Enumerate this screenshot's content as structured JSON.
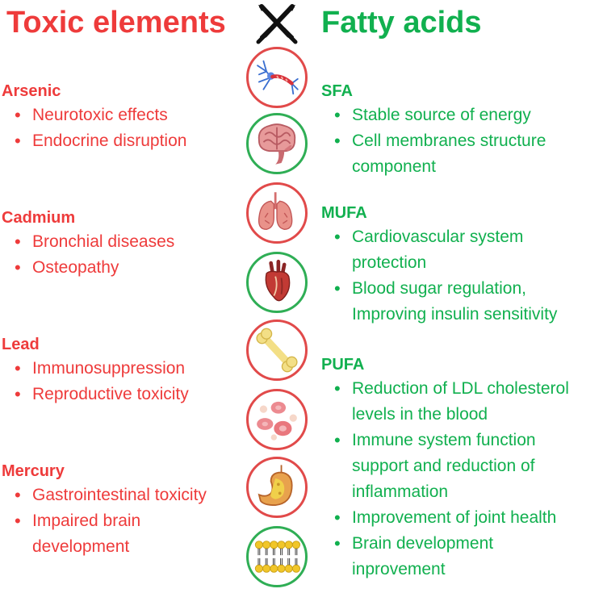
{
  "header": {
    "left_title": "Toxic elements",
    "right_title": "Fatty acids",
    "center_icon": "crossed-swords-icon"
  },
  "colors": {
    "toxic": "#ee3b3b",
    "fatty": "#11b04f"
  },
  "toxic_elements": [
    {
      "name": "Arsenic",
      "effects": [
        "Neurotoxic effects",
        "Endocrine disruption"
      ]
    },
    {
      "name": "Cadmium",
      "effects": [
        "Bronchial diseases",
        "Osteopathy"
      ]
    },
    {
      "name": "Lead",
      "effects": [
        "Immunosuppression",
        "Reproductive toxicity"
      ]
    },
    {
      "name": "Mercury",
      "effects": [
        "Gastrointestinal toxicity",
        "Impaired brain",
        "development"
      ]
    }
  ],
  "fatty_acids": [
    {
      "name": "SFA",
      "benefits": [
        "Stable source of energy",
        "Cell membranes structure",
        "component"
      ]
    },
    {
      "name": "MUFA",
      "benefits": [
        "Cardiovascular system",
        "protection",
        "Blood sugar regulation,",
        "Improving insulin sensitivity"
      ]
    },
    {
      "name": "PUFA",
      "benefits": [
        "Reduction of LDL cholesterol",
        "levels in the blood",
        "Immune system function",
        "support and reduction of",
        "inflammation",
        "Improvement of joint health",
        "Brain development",
        "inprovement"
      ]
    }
  ],
  "icons": [
    {
      "name": "neuron-icon",
      "ring": "red"
    },
    {
      "name": "brain-icon",
      "ring": "green"
    },
    {
      "name": "lungs-icon",
      "ring": "red"
    },
    {
      "name": "heart-icon",
      "ring": "green"
    },
    {
      "name": "bone-icon",
      "ring": "red"
    },
    {
      "name": "blood-cells-icon",
      "ring": "red"
    },
    {
      "name": "stomach-icon",
      "ring": "red"
    },
    {
      "name": "cell-membrane-icon",
      "ring": "green"
    }
  ]
}
